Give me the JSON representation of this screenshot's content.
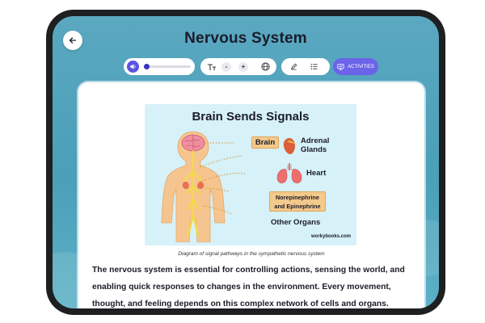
{
  "page": {
    "title": "Nervous System"
  },
  "toolbar": {
    "audio": {
      "progress": 0.05
    },
    "activities_label": "ACTIVITIES",
    "decrease_label": "-",
    "increase_label": "+"
  },
  "diagram": {
    "title": "Brain Sends Signals",
    "labels": {
      "brain": "Brain",
      "adrenal": "Adrenal Glands",
      "heart": "Heart",
      "norepinephrine": "Norepinephrine and Epinephrine",
      "other_organs": "Other Organs"
    },
    "brand": "workybooks.com"
  },
  "caption": "Diagram of signal pathways in the sympathetic nervous system",
  "body": "The nervous system is essential for controlling actions, sensing the world, and enabling quick responses to changes in the environment. Every movement, thought, and feeling depends on this complex network of cells and organs.",
  "colors": {
    "accent": "#5b54e0",
    "background": "#4b9fb9",
    "label_box": "#f3c98c"
  }
}
